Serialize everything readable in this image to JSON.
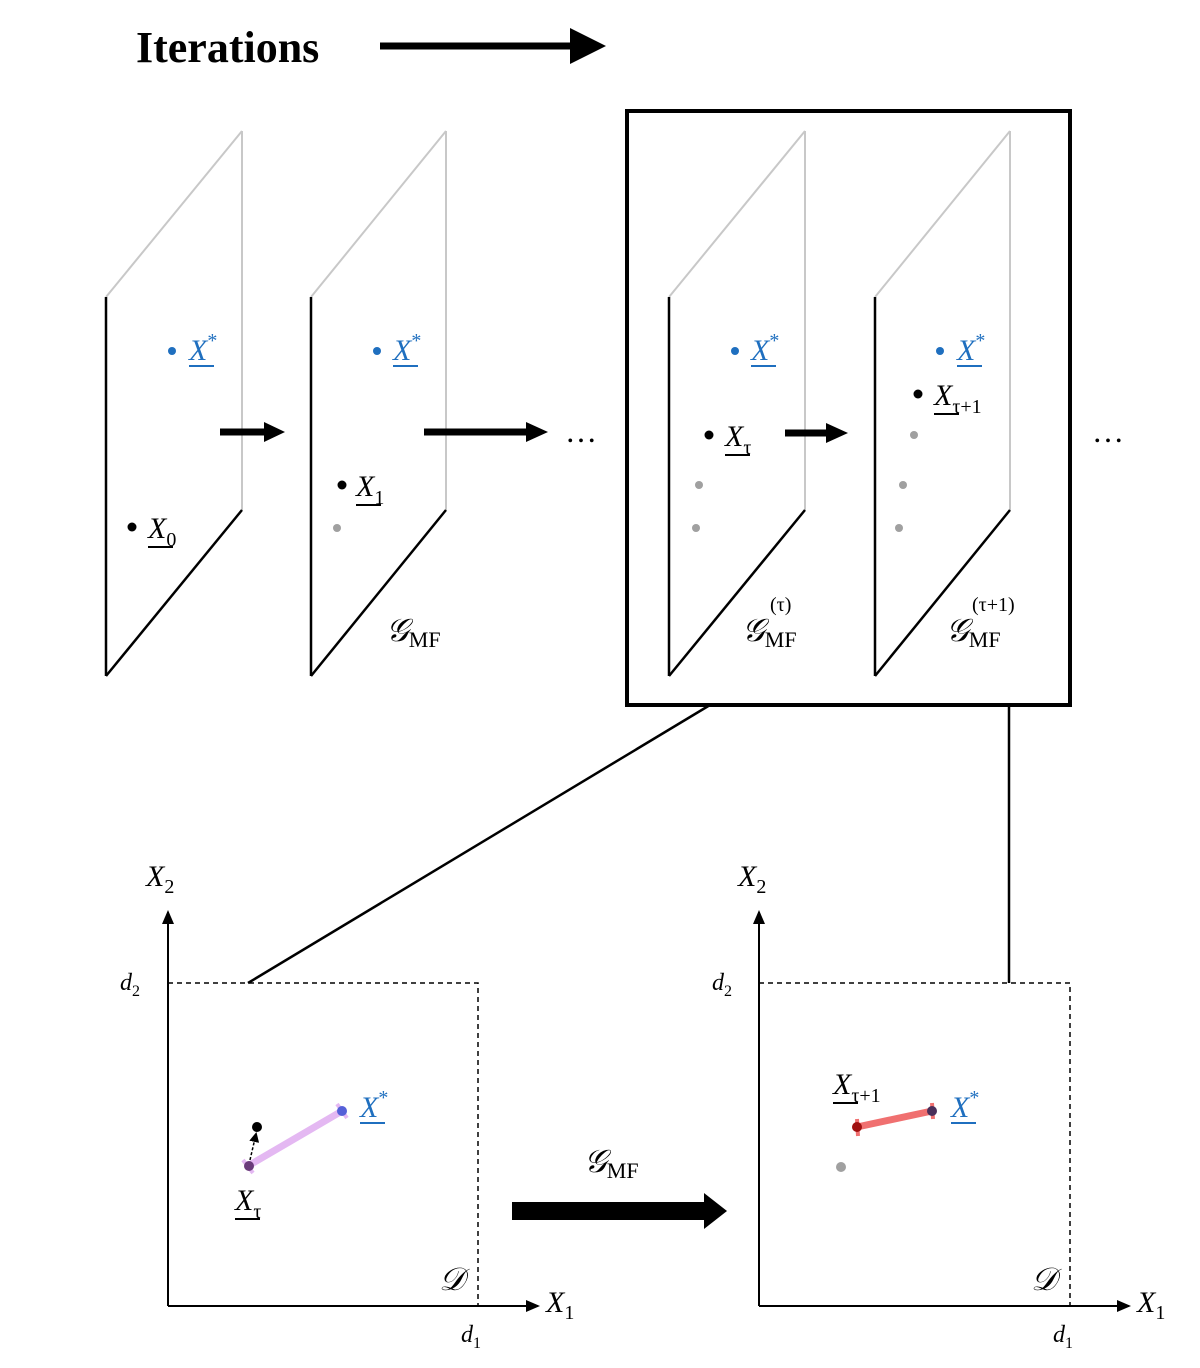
{
  "header": {
    "title": "Iterations"
  },
  "planes": [
    {
      "point_label": "X",
      "point_sub": "0",
      "target_label": "X",
      "target_sup": "*",
      "op_label": "",
      "op_sub": "",
      "op_sup": ""
    },
    {
      "point_label": "X",
      "point_sub": "1",
      "target_label": "X",
      "target_sup": "*",
      "op_label": "𝒢",
      "op_sub": "MF",
      "op_sup": ""
    },
    {
      "point_label": "X",
      "point_sub": "τ",
      "target_label": "X",
      "target_sup": "*",
      "op_label": "𝒢",
      "op_sub": "MF",
      "op_sup": "(τ)"
    },
    {
      "point_label": "X",
      "point_sub": "τ+1",
      "target_label": "X",
      "target_sup": "*",
      "op_label": "𝒢",
      "op_sub": "MF",
      "op_sup": "(τ+1)"
    }
  ],
  "ellipsis": [
    "…",
    "…"
  ],
  "zoom_panels": [
    {
      "y_axis_label": "X",
      "y_axis_sub": "2",
      "x_axis_label": "X",
      "x_axis_sub": "1",
      "y_tick": "d",
      "y_tick_sub": "2",
      "x_tick": "d",
      "x_tick_sub": "1",
      "domain_label": "𝒟",
      "point_label": "X",
      "point_sub": "τ",
      "target_label": "X",
      "target_sup": "*"
    },
    {
      "y_axis_label": "X",
      "y_axis_sub": "2",
      "x_axis_label": "X",
      "x_axis_sub": "1",
      "y_tick": "d",
      "y_tick_sub": "2",
      "x_tick": "d",
      "x_tick_sub": "1",
      "domain_label": "𝒟",
      "point_label": "X",
      "point_sub": "τ+1",
      "target_label": "X",
      "target_sup": "*"
    }
  ],
  "transition": {
    "op_label": "𝒢",
    "op_sub": "MF"
  },
  "colors": {
    "target_blue": "#1f6fbf",
    "plane_edge_light": "#c8c8c8",
    "history_gray": "#a0a0a0",
    "segment_violet": "#e4b8f2",
    "segment_red": "#f07070"
  }
}
